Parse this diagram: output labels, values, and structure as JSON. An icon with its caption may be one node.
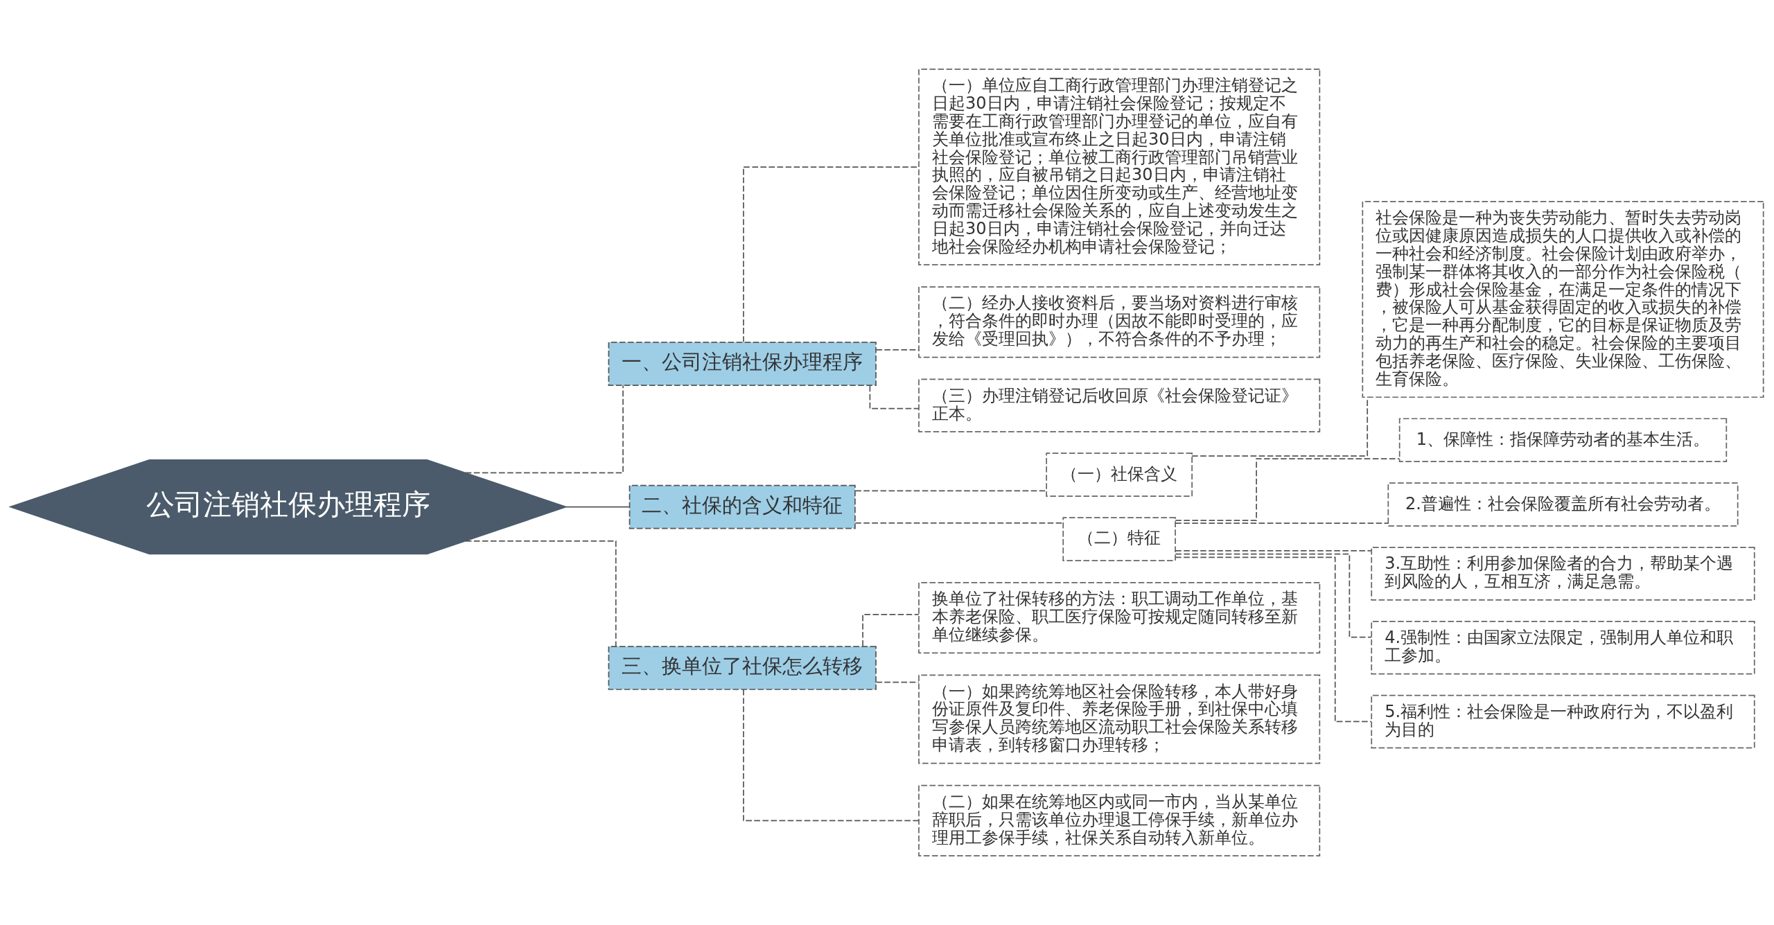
{
  "diagram": {
    "nodes": [
      {
        "text": [
          "公司注销社保办理程序"
        ]
      },
      {
        "text": [
          "一、公司注销社保办理程序"
        ]
      },
      {
        "text": [
          "（一）单位应自工商行政管理部门办理注销登记之日起30日内，申请注销社会保险登记；按规定不需要在工商行政管理部门办理登记的单位，应自有关单位批准或宣布终止之日起30日内，申请注销社会保险登记；单位被工商行政管理部门吊销营业执照的，应自被吊销之日起30日内，申请注销社会保险登记；单位因住所变动或生产、经营地址变动而需迁移社会保险关系的，应自上述变动发生之日起30日内，申请注销社会保险登记，并向迁达地社会保险经办机构申请社会保险登记；"
        ]
      },
      {
        "text": [
          "（二）经办人接收资料后，要当场对资料进行审核，符合条件的即时办理（因故不能即时受理的，应发给《受理回执》），不符合条件的不予办理；"
        ]
      },
      {
        "text": [
          "（三）办理注销登记后收回原《社会保险登记证》正本。"
        ]
      },
      {
        "text": [
          "二、社保的含义和特征"
        ]
      },
      {
        "text": [
          "（一）社保含义"
        ]
      },
      {
        "text": [
          "社会保险是一种为丧失劳动能力、暂时失去劳动岗位或因健康原因造成损失的人口提供收入或补偿的一种社会和经济制度。社会保险计划由政府举办，强制某一群体将其收入的一部分作为社会保险税（费）形成社会保险基金，在满足一定条件的情况下，被保险人可从基金获得固定的收入或损失的补偿，它是一种再分配制度，它的目标是保证物质及劳动力的再生产和社会的稳定。社会保险的主要项目包括养老保险、医疗保险、失业保险、工伤保险、生育保险。"
        ]
      },
      {
        "text": [
          "（二）特征"
        ]
      },
      {
        "text": [
          "1、保障性：指保障劳动者的基本生活。"
        ]
      },
      {
        "text": [
          "2.普遍性：社会保险覆盖所有社会劳动者。"
        ]
      },
      {
        "text": [
          "3.互助性：利用参加保险者的合力，帮助某个遇到风险的人，互相互济，满足急需。"
        ]
      },
      {
        "text": [
          "4.强制性：由国家立法限定，强制用人单位和职工参加。"
        ]
      },
      {
        "text": [
          "5.福利性：社会保险是一种政府行为，不以盈利为目的"
        ]
      },
      {
        "text": [
          "三、换单位了社保怎么转移"
        ]
      },
      {
        "text": [
          "换单位了社保转移的方法：职工调动工作单位，基本养老保险、职工医疗保险可按规定随同转移至新单位继续参保。"
        ]
      },
      {
        "text": [
          "（一）如果跨统筹地区社会保险转移，本人带好身份证原件及复印件、养老保险手册，到社保中心填写参保人员跨统筹地区流动职工社会保险关系转移申请表，到转移窗口办理转移；"
        ]
      },
      {
        "text": [
          "（二）如果在统筹地区内或同一市内，当从某单位辞职后，只需该单位办理退工停保手续，新单位办理用工参保手续，社保关系自动转入新单位。"
        ]
      }
    ],
    "edges": [
      {
        "from": 0,
        "to": 1,
        "arrow": "none",
        "style": "dashed"
      },
      {
        "from": 1,
        "to": 2,
        "arrow": "none",
        "style": "dashed"
      },
      {
        "from": 1,
        "to": 3,
        "arrow": "none",
        "style": "dashed"
      },
      {
        "from": 1,
        "to": 4,
        "arrow": "none",
        "style": "dashed"
      },
      {
        "from": 0,
        "to": 5,
        "arrow": "none"
      },
      {
        "from": 5,
        "to": 6,
        "arrow": "none",
        "style": "dashed"
      },
      {
        "from": 6,
        "to": 7,
        "arrow": "none",
        "style": "dashed"
      },
      {
        "from": 5,
        "to": 8,
        "arrow": "none",
        "style": "dashed"
      },
      {
        "from": 8,
        "to": 9,
        "arrow": "none",
        "style": "dashed"
      },
      {
        "from": 8,
        "to": 10,
        "arrow": "none",
        "style": "dashed"
      },
      {
        "from": 8,
        "to": 11,
        "arrow": "none",
        "style": "dashed"
      },
      {
        "from": 8,
        "to": 12,
        "arrow": "none",
        "style": "dashed"
      },
      {
        "from": 8,
        "to": 13,
        "arrow": "none",
        "style": "dashed"
      },
      {
        "from": 0,
        "to": 14,
        "arrow": "none",
        "style": "dashed"
      },
      {
        "from": 14,
        "to": 15,
        "arrow": "none",
        "style": "dashed"
      },
      {
        "from": 14,
        "to": 16,
        "arrow": "none",
        "style": "dashed"
      },
      {
        "from": 14,
        "to": 17,
        "arrow": "none",
        "style": "dashed"
      }
    ]
  }
}
